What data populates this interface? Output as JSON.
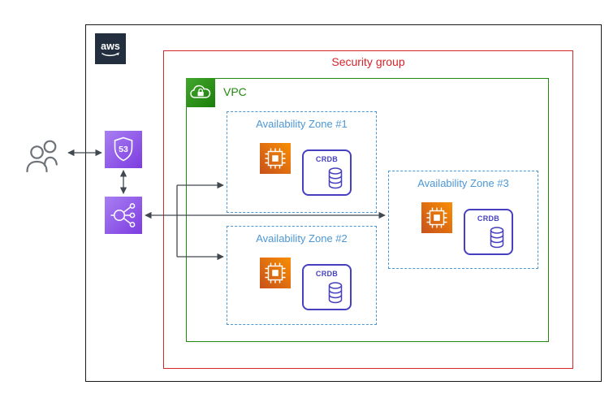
{
  "labels": {
    "aws_logo": "aws",
    "security_group": "Security group",
    "vpc": "VPC",
    "route53_badge": "53",
    "crdb": "CRDB"
  },
  "zones": [
    {
      "label": "Availability Zone #1"
    },
    {
      "label": "Availability Zone #2"
    },
    {
      "label": "Availability Zone #3"
    }
  ],
  "icons": {
    "aws": "aws-logo",
    "users": "users-icon",
    "route53": "route53-shield-icon",
    "elb": "elastic-load-balancer-icon",
    "vpc": "vpc-cloud-lock-icon",
    "ec2": "ec2-instance-chip-icon",
    "crdb": "database-cylinder-icon"
  },
  "colors": {
    "security-red": "#d6242a",
    "vpc-green": "#238810",
    "vpc-green-light": "#43a62c",
    "vpc-green-dark": "#1b7e0b",
    "az-blue": "#4d97d3",
    "ec2-orange-light": "#f78e04",
    "ec2-orange-dark": "#c8511b",
    "icon-purple-light": "#a87ff2",
    "icon-purple-dark": "#7d3ce0",
    "crdb-purple": "#4640c0",
    "arrow-gray": "#41484f",
    "aws-navy": "#232f3e",
    "users-gray": "#6d7278",
    "outer-border": "#1a1a1a"
  }
}
